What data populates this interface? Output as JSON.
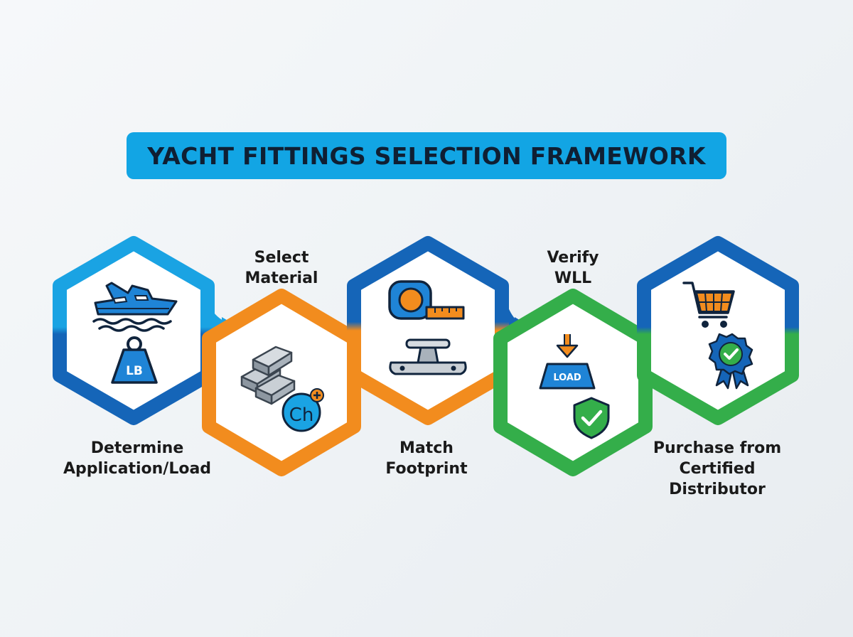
{
  "title": "YACHT FITTINGS SELECTION FRAMEWORK",
  "colors": {
    "blue_dark": "#1565b8",
    "blue_light": "#1aa3e3",
    "orange": "#f28c1e",
    "green": "#34ae4a",
    "icon_blue": "#1f84d6",
    "icon_gray": "#9aa4ad",
    "navy": "#10243d"
  },
  "steps": [
    {
      "label_lines": [
        "Determine",
        "Application/Load"
      ],
      "icons": [
        "yacht-icon",
        "weight-lb-icon"
      ],
      "icon_text": "LB"
    },
    {
      "label_lines": [
        "Select",
        "Material"
      ],
      "icons": [
        "metal-ingots-icon",
        "chemical-element-icon"
      ],
      "icon_text": "Ch"
    },
    {
      "label_lines": [
        "Match",
        "Footprint"
      ],
      "icons": [
        "tape-measure-icon",
        "deck-cleat-icon"
      ]
    },
    {
      "label_lines": [
        "Verify",
        "WLL"
      ],
      "icons": [
        "load-weight-icon",
        "shield-check-icon"
      ],
      "icon_text": "LOAD"
    },
    {
      "label_lines": [
        "Purchase from",
        "Certified",
        "Distributor"
      ],
      "icons": [
        "shopping-cart-icon",
        "certified-badge-icon"
      ]
    }
  ]
}
